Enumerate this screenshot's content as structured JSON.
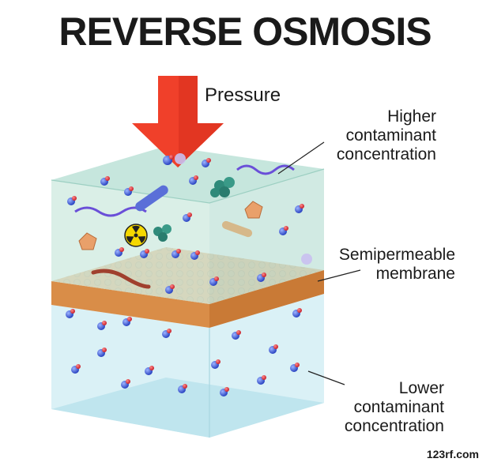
{
  "title": "REVERSE OSMOSIS",
  "pressure": {
    "label": "Pressure",
    "icon": "down-arrow-icon",
    "color": "#f0402a"
  },
  "labels": {
    "upper": [
      "Higher",
      "contaminant",
      "concentration"
    ],
    "membrane": [
      "Semipermeable",
      "membrane"
    ],
    "lower": [
      "Lower",
      "contaminant",
      "concentration"
    ]
  },
  "colors": {
    "water_upper": "#cde9df",
    "water_lower": "#d4eef4",
    "membrane": "#e9a05c",
    "membrane_dark": "#c97a36",
    "radiation": "#f5d800"
  },
  "watermark": "123rf.com"
}
